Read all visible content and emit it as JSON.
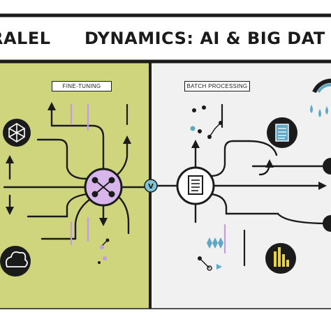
{
  "banner": {
    "title_left": "RALEL",
    "title_right": "DYNAMICS: AI & BIG DAT"
  },
  "left_panel": {
    "label": "FINE-TUNING",
    "background": "#cfd57c",
    "hub_color": "#d8b6ec",
    "icons": [
      "hexagon-network-icon",
      "cloud-icon",
      "molecule-icon"
    ]
  },
  "right_panel": {
    "label": "BATCH PROCESSING",
    "background": "#f1f1f1",
    "hub_color": "#ffffff",
    "icons": [
      "scatter-dots-icon",
      "document-icon",
      "drops-icon",
      "bars-icon",
      "gauge-icon"
    ]
  },
  "center_connector": {
    "symbol": "V",
    "color": "#7fc4d6"
  },
  "colors": {
    "banner_bg": "#ffffff",
    "banner_border": "#1b1b1b",
    "ink": "#1b1b1b",
    "accent_purple": "#c59ae6",
    "accent_blue": "#5fa9c7",
    "accent_yellow": "#e8d24a"
  }
}
